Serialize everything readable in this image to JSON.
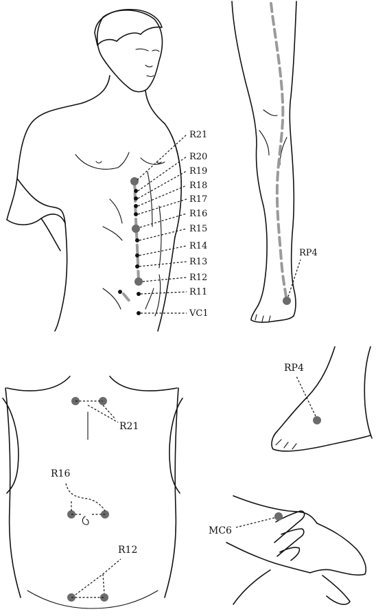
{
  "labels": {
    "r21": "R21",
    "r20": "R20",
    "r19": "R19",
    "r18": "R18",
    "r17": "R17",
    "r16": "R16",
    "r15": "R15",
    "r14": "R14",
    "r13": "R13",
    "r12": "R12",
    "r11": "R11",
    "vc1": "VC1",
    "rp4_leg": "RP4",
    "detail_r21": "R21",
    "detail_r16": "R16",
    "detail_r12": "R12",
    "detail_rp4": "RP4",
    "detail_mc6": "MC6"
  },
  "colors": {
    "outline": "#111111",
    "point": "#6b6b6b",
    "meridian": "#9a9a9a"
  }
}
